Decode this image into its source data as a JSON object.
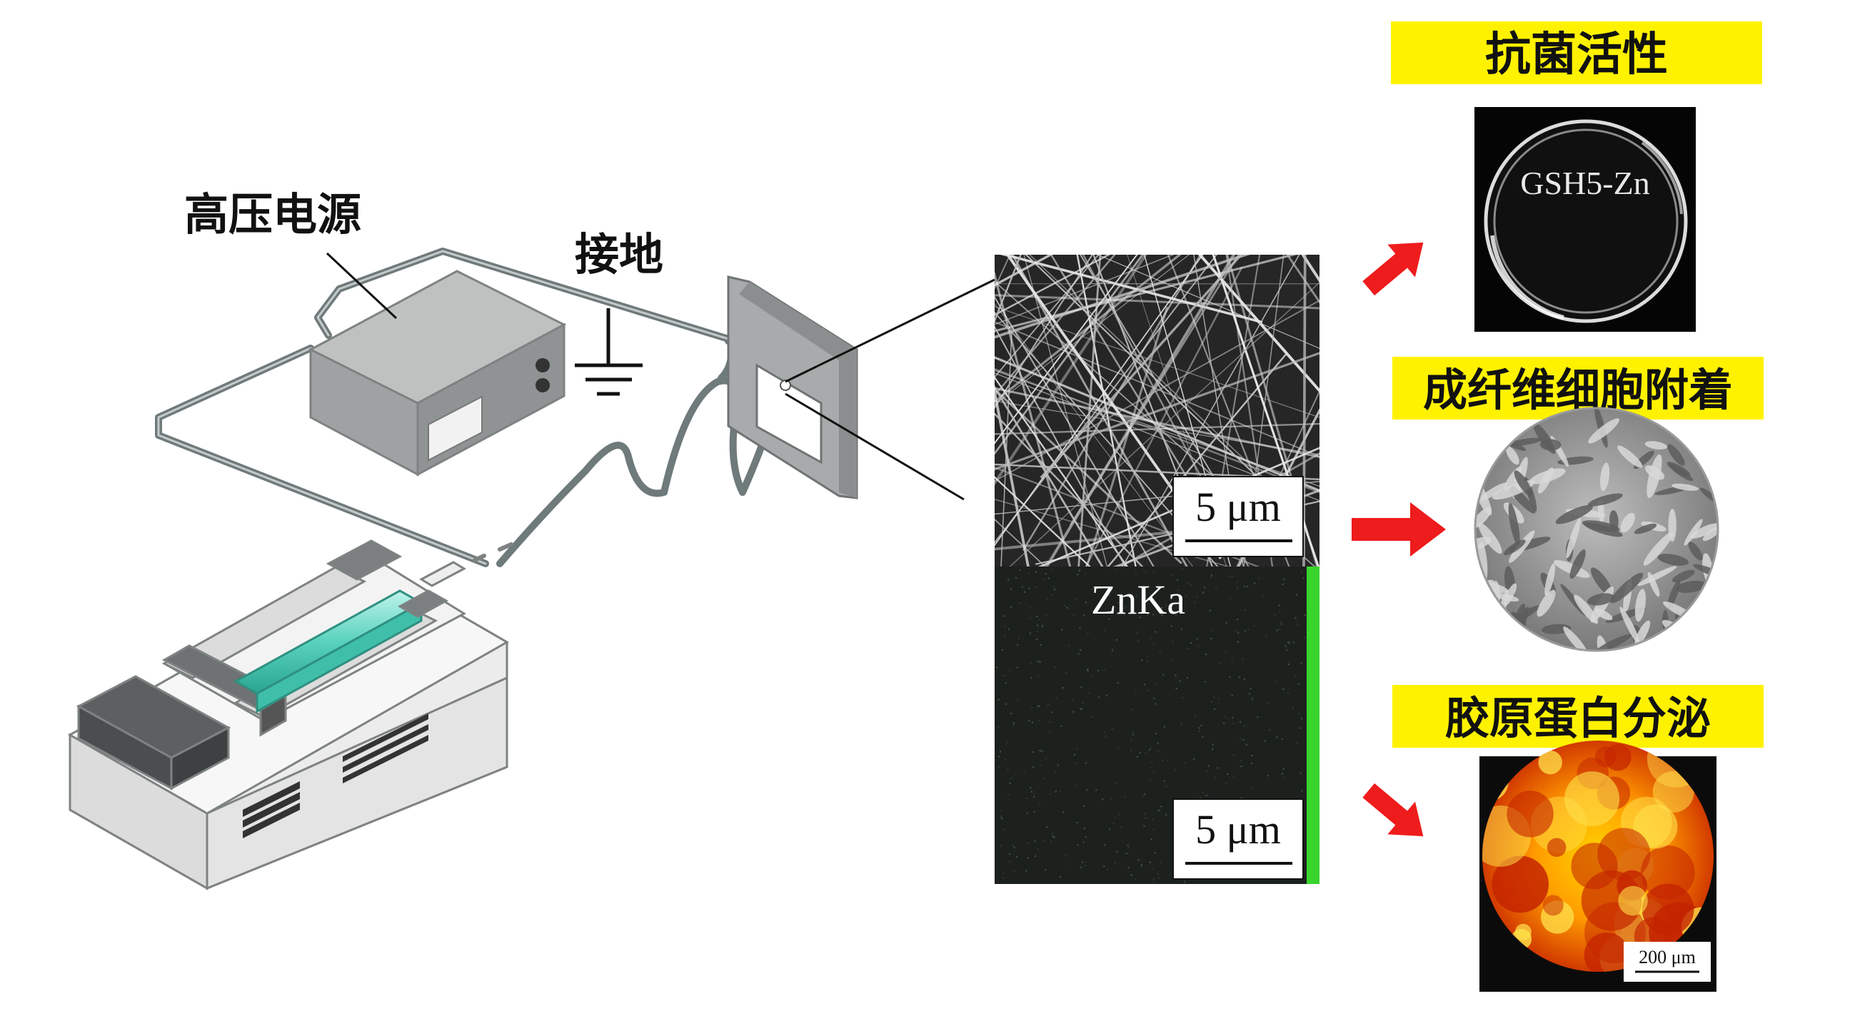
{
  "labels": {
    "power_supply": "高压电源",
    "ground": "接地"
  },
  "sem": {
    "scale_top": "5 μm",
    "scale_bottom": "5 μm",
    "element_map": "ZnKa"
  },
  "results": {
    "antibacterial_title": "抗菌活性",
    "antibacterial_sample": "GSH5-Zn",
    "fibroblast_title": "成纤维细胞附着",
    "collagen_title": "胶原蛋白分泌",
    "collagen_scale": "200 μm"
  },
  "colors": {
    "highlight": "#FFF200",
    "arrow": "#EE1C1C",
    "edx_green": "#39D42C"
  }
}
